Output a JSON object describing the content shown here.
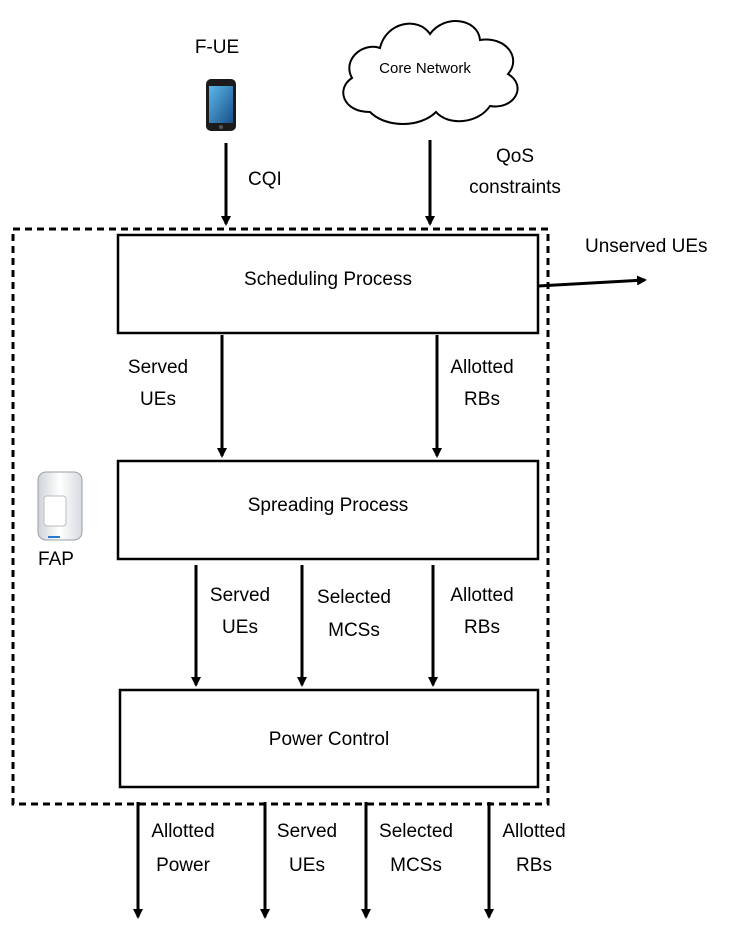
{
  "ue_label": "F-UE",
  "cqi_label": "CQI",
  "core_network_label": "Core Network",
  "qos": [
    "QoS",
    "constraints"
  ],
  "unserved_label": "Unserved UEs",
  "fap_label": "FAP",
  "blocks": {
    "scheduling": "Scheduling Process",
    "spreading": "Spreading Process",
    "power": "Power Control"
  },
  "sched_to_spread": {
    "left": [
      "Served",
      "UEs"
    ],
    "right": [
      "Allotted",
      "RBs"
    ]
  },
  "spread_to_power": {
    "left": [
      "Served",
      "UEs"
    ],
    "middle": [
      "Selected",
      "MCSs"
    ],
    "right": [
      "Allotted",
      "RBs"
    ]
  },
  "outputs": {
    "power": [
      "Allotted",
      "Power"
    ],
    "ues": [
      "Served",
      "UEs"
    ],
    "mcs": [
      "Selected",
      "MCSs"
    ],
    "rbs": [
      "Allotted",
      "RBs"
    ]
  }
}
